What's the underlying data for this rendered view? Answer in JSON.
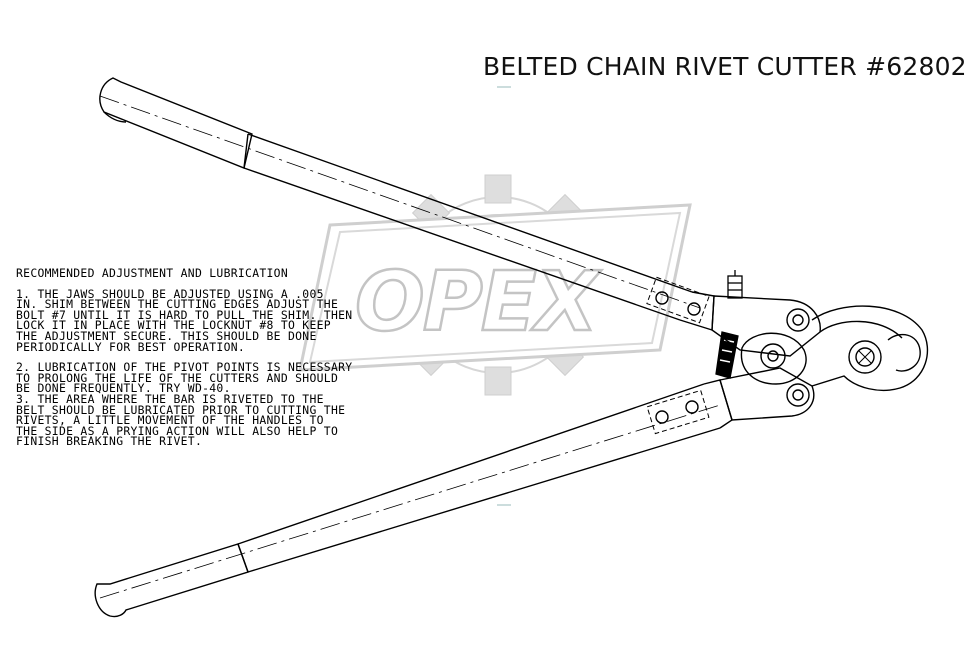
{
  "title": "BELTED CHAIN RIVET CUTTER #62802",
  "watermark": {
    "text": "OPEX",
    "color": "#d9d9d9"
  },
  "notes": {
    "heading": "RECOMMENDED ADJUSTMENT AND LUBRICATION",
    "items": [
      "1. THE JAWS SHOULD BE ADJUSTED USING A .005\nIN. SHIM BETWEEN THE CUTTING EDGES ADJUST THE\nBOLT #7 UNTIL IT IS HARD TO PULL THE SHIM. THEN\nLOCK IT IN PLACE WITH THE LOCKNUT #8 TO KEEP\nTHE ADJUSTMENT SECURE. THIS SHOULD BE DONE\nPERIODICALLY FOR BEST OPERATION.",
      "2. LUBRICATION OF THE PIVOT POINTS IS NECESSARY\nTO PROLONG THE LIFE OF THE CUTTERS AND SHOULD\nBE DONE FREQUENTLY. TRY WD-40.",
      "3. THE AREA WHERE THE BAR IS RIVETED TO THE\nBELT SHOULD BE LUBRICATED PRIOR TO CUTTING THE\nRIVETS, A LITTLE MOVEMENT OF THE  HANDLES TO\nTHE SIDE AS A PRYING ACTION WILL ALSO HELP TO\nFINISH BREAKING THE RIVET."
    ]
  }
}
